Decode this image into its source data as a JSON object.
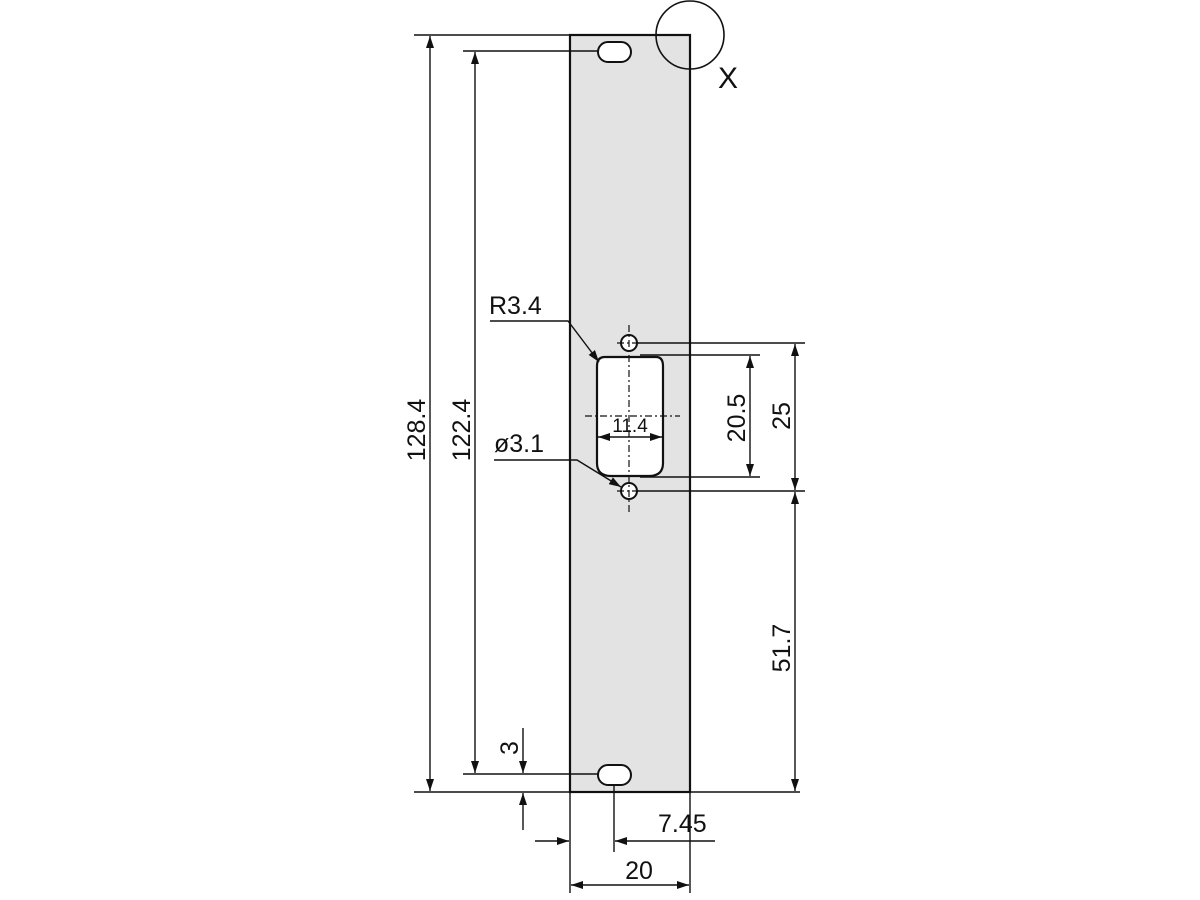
{
  "drawing": {
    "dimensions": {
      "total_height": "128.4",
      "hole_spacing": "122.4",
      "slot_offset": "3",
      "cutout_radius": "R3.4",
      "hole_diameter": "ø3.1",
      "cutout_width": "11.4",
      "cutout_height": "20.5",
      "hole_pitch": "25",
      "lower_offset": "51.7",
      "center_offset": "7.45",
      "panel_width": "20"
    },
    "detail_label": "X",
    "colors": {
      "panel_fill": "#e3e3e3",
      "line": "#111111"
    }
  }
}
